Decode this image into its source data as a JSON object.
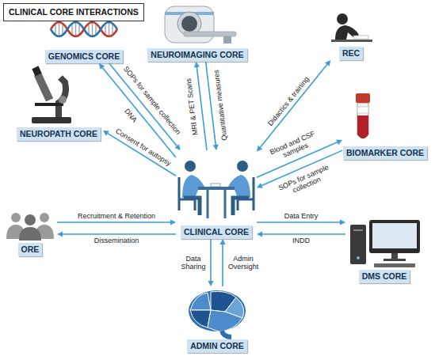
{
  "diagram": {
    "title": "CLINICAL CORE INTERACTIONS",
    "nodes": [
      {
        "text": [
          "GENOMICS CORE"
        ]
      },
      {
        "text": [
          "NEUROIMAGING CORE"
        ]
      },
      {
        "text": [
          "REC"
        ]
      },
      {
        "text": [
          "NEUROPATH CORE"
        ]
      },
      {
        "text": [
          "BIOMARKER CORE"
        ]
      },
      {
        "text": [
          "CLINICAL CORE"
        ]
      },
      {
        "text": [
          "ORE"
        ]
      },
      {
        "text": [
          "DMS CORE"
        ]
      },
      {
        "text": [
          "ADMIN CORE"
        ]
      }
    ],
    "edges": [
      {
        "from": 0,
        "to": 5,
        "label": "SOPs for sample collection",
        "arrow": "to"
      },
      {
        "from": 5,
        "to": 0,
        "label": "DNA",
        "arrow": "to"
      },
      {
        "from": 5,
        "to": 1,
        "label": "MRI & PET Scans",
        "arrow": "to"
      },
      {
        "from": 1,
        "to": 5,
        "label": "Quantitative measures",
        "arrow": "to"
      },
      {
        "from": 2,
        "to": 5,
        "label": "Didactics & training",
        "arrow": "both"
      },
      {
        "from": 5,
        "to": 3,
        "label": "Consent for autopsy",
        "arrow": "to"
      },
      {
        "from": 5,
        "to": 4,
        "label": "Blood and CSF samples",
        "arrow": "to"
      },
      {
        "from": 4,
        "to": 5,
        "label": "SOPs for sample collection",
        "arrow": "to"
      },
      {
        "from": 6,
        "to": 5,
        "label": "Recruitment & Retention",
        "arrow": "to"
      },
      {
        "from": 5,
        "to": 6,
        "label": "Dissemination",
        "arrow": "to"
      },
      {
        "from": 5,
        "to": 7,
        "label": "Data Entry",
        "arrow": "to"
      },
      {
        "from": 7,
        "to": 5,
        "label": "INDD",
        "arrow": "to"
      },
      {
        "from": 5,
        "to": 8,
        "label": "Data Sharing",
        "arrow": "to"
      },
      {
        "from": 8,
        "to": 5,
        "label": "Admin Oversight",
        "arrow": "to"
      }
    ]
  }
}
